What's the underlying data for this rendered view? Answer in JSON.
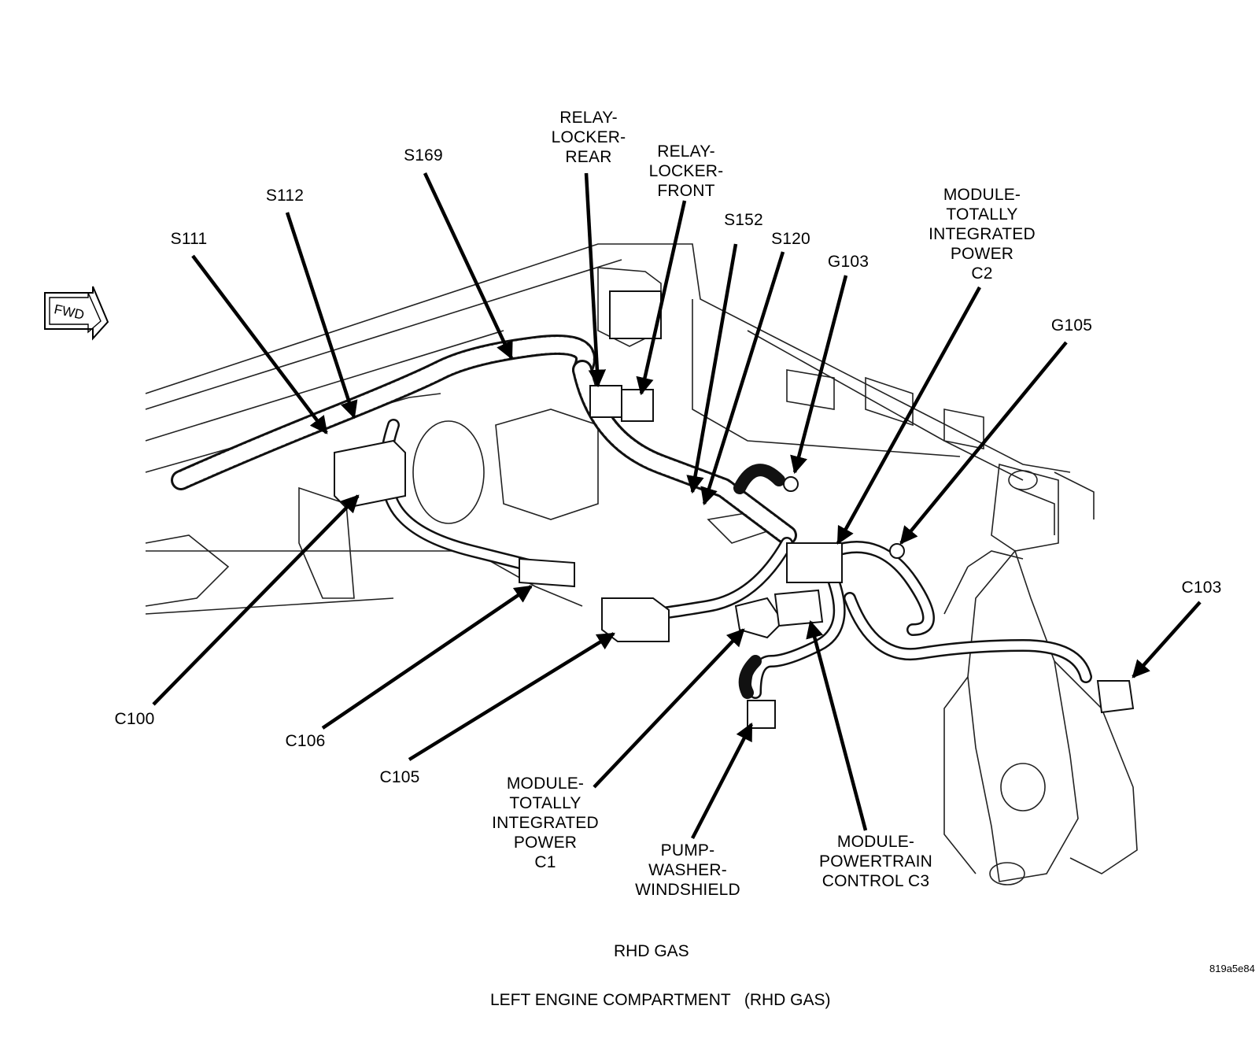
{
  "fwd_symbol": "FWD",
  "labels": {
    "s111": "S111",
    "s112": "S112",
    "s169": "S169",
    "relay_locker_rear": "RELAY-\nLOCKER-\nREAR",
    "relay_locker_front": "RELAY-\nLOCKER-\nFRONT",
    "s152": "S152",
    "s120": "S120",
    "g103": "G103",
    "module_tipm_c2": "MODULE-\nTOTALLY\nINTEGRATED\nPOWER\nC2",
    "g105": "G105",
    "c103": "C103",
    "c100": "C100",
    "c106": "C106",
    "c105": "C105",
    "module_tipm_c1": "MODULE-\nTOTALLY\nINTEGRATED\nPOWER\nC1",
    "pump_washer_windshield": "PUMP-\nWASHER-\nWINDSHIELD",
    "module_powertrain_c3": "MODULE-\nPOWERTRAIN\nCONTROL C3"
  },
  "caption": {
    "variant": "RHD GAS",
    "title": "LEFT ENGINE COMPARTMENT   (RHD GAS)",
    "figure_code": "819a5e84"
  }
}
